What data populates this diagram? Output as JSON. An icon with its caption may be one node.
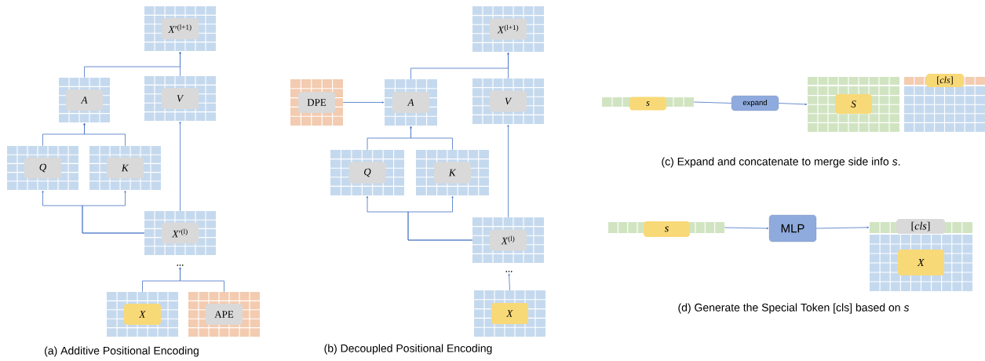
{
  "diagram": {
    "nodes": [
      {
        "text": [
          "*X*′$^{(l+1)}$"
        ]
      },
      {
        "text": [
          "*A*"
        ]
      },
      {
        "text": [
          "*V*"
        ]
      },
      {
        "text": [
          "*Q*"
        ]
      },
      {
        "text": [
          "*K*"
        ]
      },
      {
        "text": [
          "*X*′$^{(l)}$"
        ]
      },
      {
        "text": [
          "…"
        ]
      },
      {
        "text": [
          "*X*"
        ]
      },
      {
        "text": [
          "APE"
        ]
      },
      {
        "text": [
          "*X*$^{(l+1)}$"
        ]
      },
      {
        "text": [
          "DPE"
        ]
      },
      {
        "text": [
          "*A*"
        ]
      },
      {
        "text": [
          "*V*"
        ]
      },
      {
        "text": [
          "*Q*"
        ]
      },
      {
        "text": [
          "*K*"
        ]
      },
      {
        "text": [
          "*X*$^{(l)}$"
        ]
      },
      {
        "text": [
          "…"
        ]
      },
      {
        "text": [
          "*X*"
        ]
      },
      {
        "text": [
          "*s*"
        ]
      },
      {
        "text": [
          "expand"
        ]
      },
      {
        "text": [
          "*S*"
        ]
      },
      {
        "text": [
          "[*cls*]"
        ]
      },
      {
        "text": [
          "*s*"
        ]
      },
      {
        "text": [
          "MLP"
        ]
      },
      {
        "text": [
          "[*cls*]",
          "*X*"
        ]
      }
    ],
    "edges": [
      {
        "from": 3,
        "to": 1,
        "arrow": "to"
      },
      {
        "from": 4,
        "to": 1,
        "arrow": "to"
      },
      {
        "from": 1,
        "to": 0,
        "arrow": "to"
      },
      {
        "from": 2,
        "to": 0,
        "arrow": "to"
      },
      {
        "from": 5,
        "to": 2,
        "arrow": "to"
      },
      {
        "from": 5,
        "to": 3,
        "arrow": "to"
      },
      {
        "from": 5,
        "to": 4,
        "arrow": "to"
      },
      {
        "from": 7,
        "to": 6,
        "arrow": "to"
      },
      {
        "from": 8,
        "to": 6,
        "arrow": "to"
      },
      {
        "from": 10,
        "to": 11,
        "arrow": "to"
      },
      {
        "from": 13,
        "to": 11,
        "arrow": "to"
      },
      {
        "from": 14,
        "to": 11,
        "arrow": "to"
      },
      {
        "from": 11,
        "to": 9,
        "arrow": "to"
      },
      {
        "from": 12,
        "to": 9,
        "arrow": "to"
      },
      {
        "from": 15,
        "to": 12,
        "arrow": "to"
      },
      {
        "from": 15,
        "to": 13,
        "arrow": "to"
      },
      {
        "from": 15,
        "to": 14,
        "arrow": "to"
      },
      {
        "from": 17,
        "to": 16,
        "arrow": "to"
      },
      {
        "from": 18,
        "to": 19,
        "arrow": "none"
      },
      {
        "from": 19,
        "to": 20,
        "arrow": "to"
      },
      {
        "from": 22,
        "to": 23,
        "arrow": "to"
      },
      {
        "from": 23,
        "to": 24,
        "arrow": "to"
      }
    ],
    "labels": [
      "(a) Additive Positional Encoding",
      "(b) Decoupled Positional Encoding",
      "(c) Expand and concatenate to merge side info *s*.",
      "(d) Generate the Special Token [cls] based on *s*"
    ]
  }
}
